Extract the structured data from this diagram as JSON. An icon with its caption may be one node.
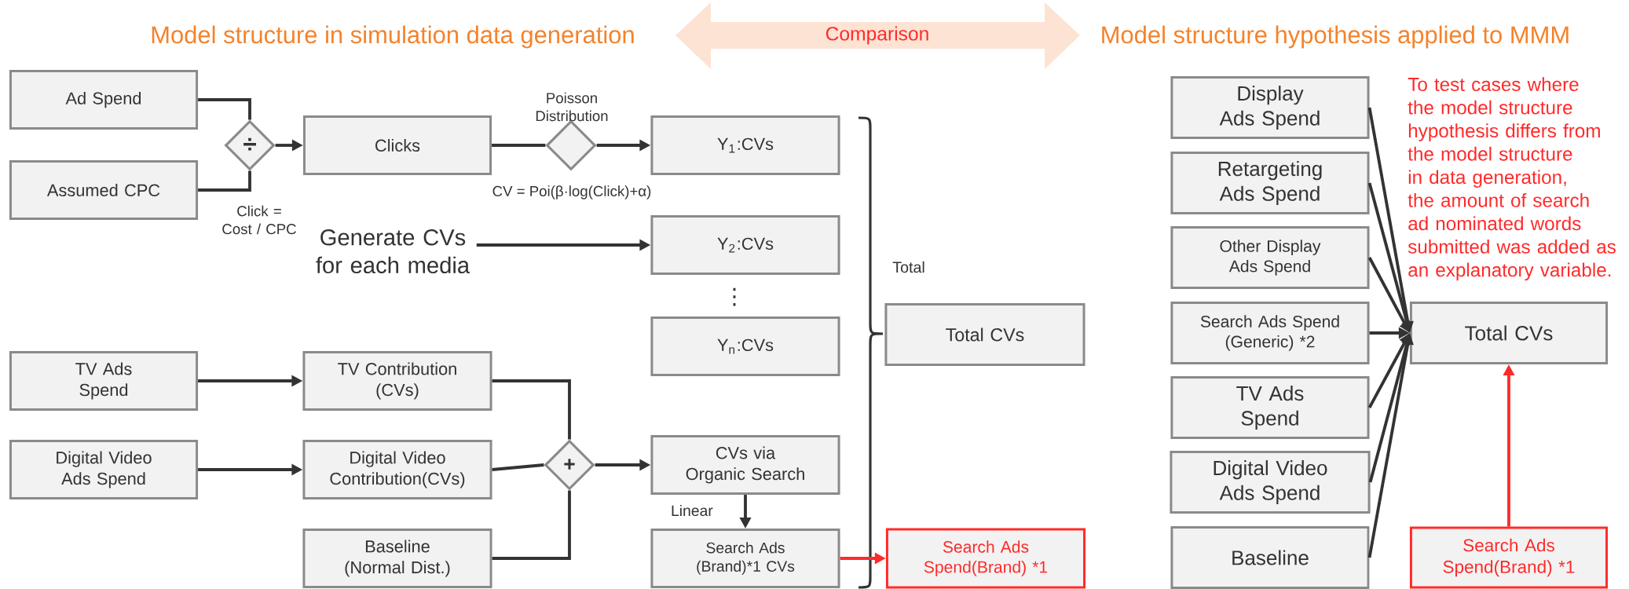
{
  "diagram": {
    "nodes": [
      {
        "text": [
          "Ad Spend"
        ]
      },
      {
        "text": [
          "Assumed CPC"
        ]
      },
      {
        "text": [
          "÷"
        ]
      },
      {
        "text": [
          "Clicks"
        ]
      },
      {
        "text": [],
        "shape": "diamond",
        "beside": [
          "Poisson Distribution",
          "CV = Poi(β·log(Click)+α)"
        ]
      },
      {
        "text": [
          "Y$_{1}$:CVs"
        ]
      },
      {
        "text": [
          "Generate CVs for each media"
        ]
      },
      {
        "text": [
          "Y$_{2}$:CVs"
        ]
      },
      {
        "text": [
          "Y$_{n}$:CVs"
        ]
      },
      {
        "text": [
          "TV Ads Spend"
        ]
      },
      {
        "text": [
          "TV Contribution (CVs)"
        ]
      },
      {
        "text": [
          "Digital Video Ads Spend"
        ]
      },
      {
        "text": [
          "Digital Video Contribution(CVs)"
        ]
      },
      {
        "text": [
          "+"
        ]
      },
      {
        "text": [
          "CVs via Organic Search"
        ]
      },
      {
        "text": [
          "Baseline (Normal Dist.)"
        ]
      },
      {
        "text": [
          "Search Ads (Brand)*1 CVs"
        ]
      },
      {
        "text": [
          "Total CVs"
        ]
      },
      {
        "text": [
          "Search Ads Spend(Brand) *1"
        ]
      },
      {
        "text": [
          "Comparison"
        ]
      },
      {
        "text": [
          "Display Ads Spend"
        ]
      },
      {
        "text": [
          "Retargeting Ads Spend"
        ]
      },
      {
        "text": [
          "Other Display Ads Spend"
        ]
      },
      {
        "text": [
          "Search Ads Spend (Generic) *2"
        ]
      },
      {
        "text": [
          "TV Ads Spend"
        ]
      },
      {
        "text": [
          "Digital Video Ads Spend"
        ]
      },
      {
        "text": [
          "Baseline"
        ]
      },
      {
        "text": [
          "Total CVs"
        ]
      },
      {
        "text": [
          "Search Ads Spend(Brand) *1"
        ]
      }
    ],
    "edges": [
      {
        "from": 0,
        "to": 2,
        "arrow": "none"
      },
      {
        "from": 1,
        "to": 2,
        "arrow": "none"
      },
      {
        "from": 2,
        "to": 3,
        "arrow": "to"
      },
      {
        "from": 3,
        "to": 4,
        "arrow": "none"
      },
      {
        "from": 4,
        "to": 5,
        "arrow": "to"
      },
      {
        "from": 6,
        "to": 7,
        "arrow": "to"
      },
      {
        "from": 9,
        "to": 10,
        "arrow": "to"
      },
      {
        "from": 11,
        "to": 12,
        "arrow": "to"
      },
      {
        "from": 10,
        "to": 13,
        "arrow": "none"
      },
      {
        "from": 12,
        "to": 13,
        "arrow": "none"
      },
      {
        "from": 15,
        "to": 13,
        "arrow": "none"
      },
      {
        "from": 13,
        "to": 14,
        "arrow": "to"
      },
      {
        "from": 14,
        "to": 16,
        "arrow": "to",
        "label": "Linear"
      },
      {
        "from": 16,
        "to": 18,
        "arrow": "to",
        "color": "#ff2a2a"
      },
      {
        "from": 20,
        "to": 27,
        "arrow": "to"
      },
      {
        "from": 21,
        "to": 27,
        "arrow": "to"
      },
      {
        "from": 22,
        "to": 27,
        "arrow": "to"
      },
      {
        "from": 23,
        "to": 27,
        "arrow": "to"
      },
      {
        "from": 24,
        "to": 27,
        "arrow": "to"
      },
      {
        "from": 25,
        "to": 27,
        "arrow": "to"
      },
      {
        "from": 26,
        "to": 27,
        "arrow": "to"
      },
      {
        "from": 28,
        "to": 27,
        "arrow": "to",
        "color": "#ff2a2a"
      }
    ],
    "labels": [
      "Model structure in simulation data generation",
      "Model structure hypothesis applied to MMM",
      "Click = Cost / CPC",
      "To test cases where the model structure hypothesis differs from the model structure in data generation, the amount of search ad nominated words submitted was added as an explanatory variable.",
      "Total",
      "⋮"
    ]
  }
}
